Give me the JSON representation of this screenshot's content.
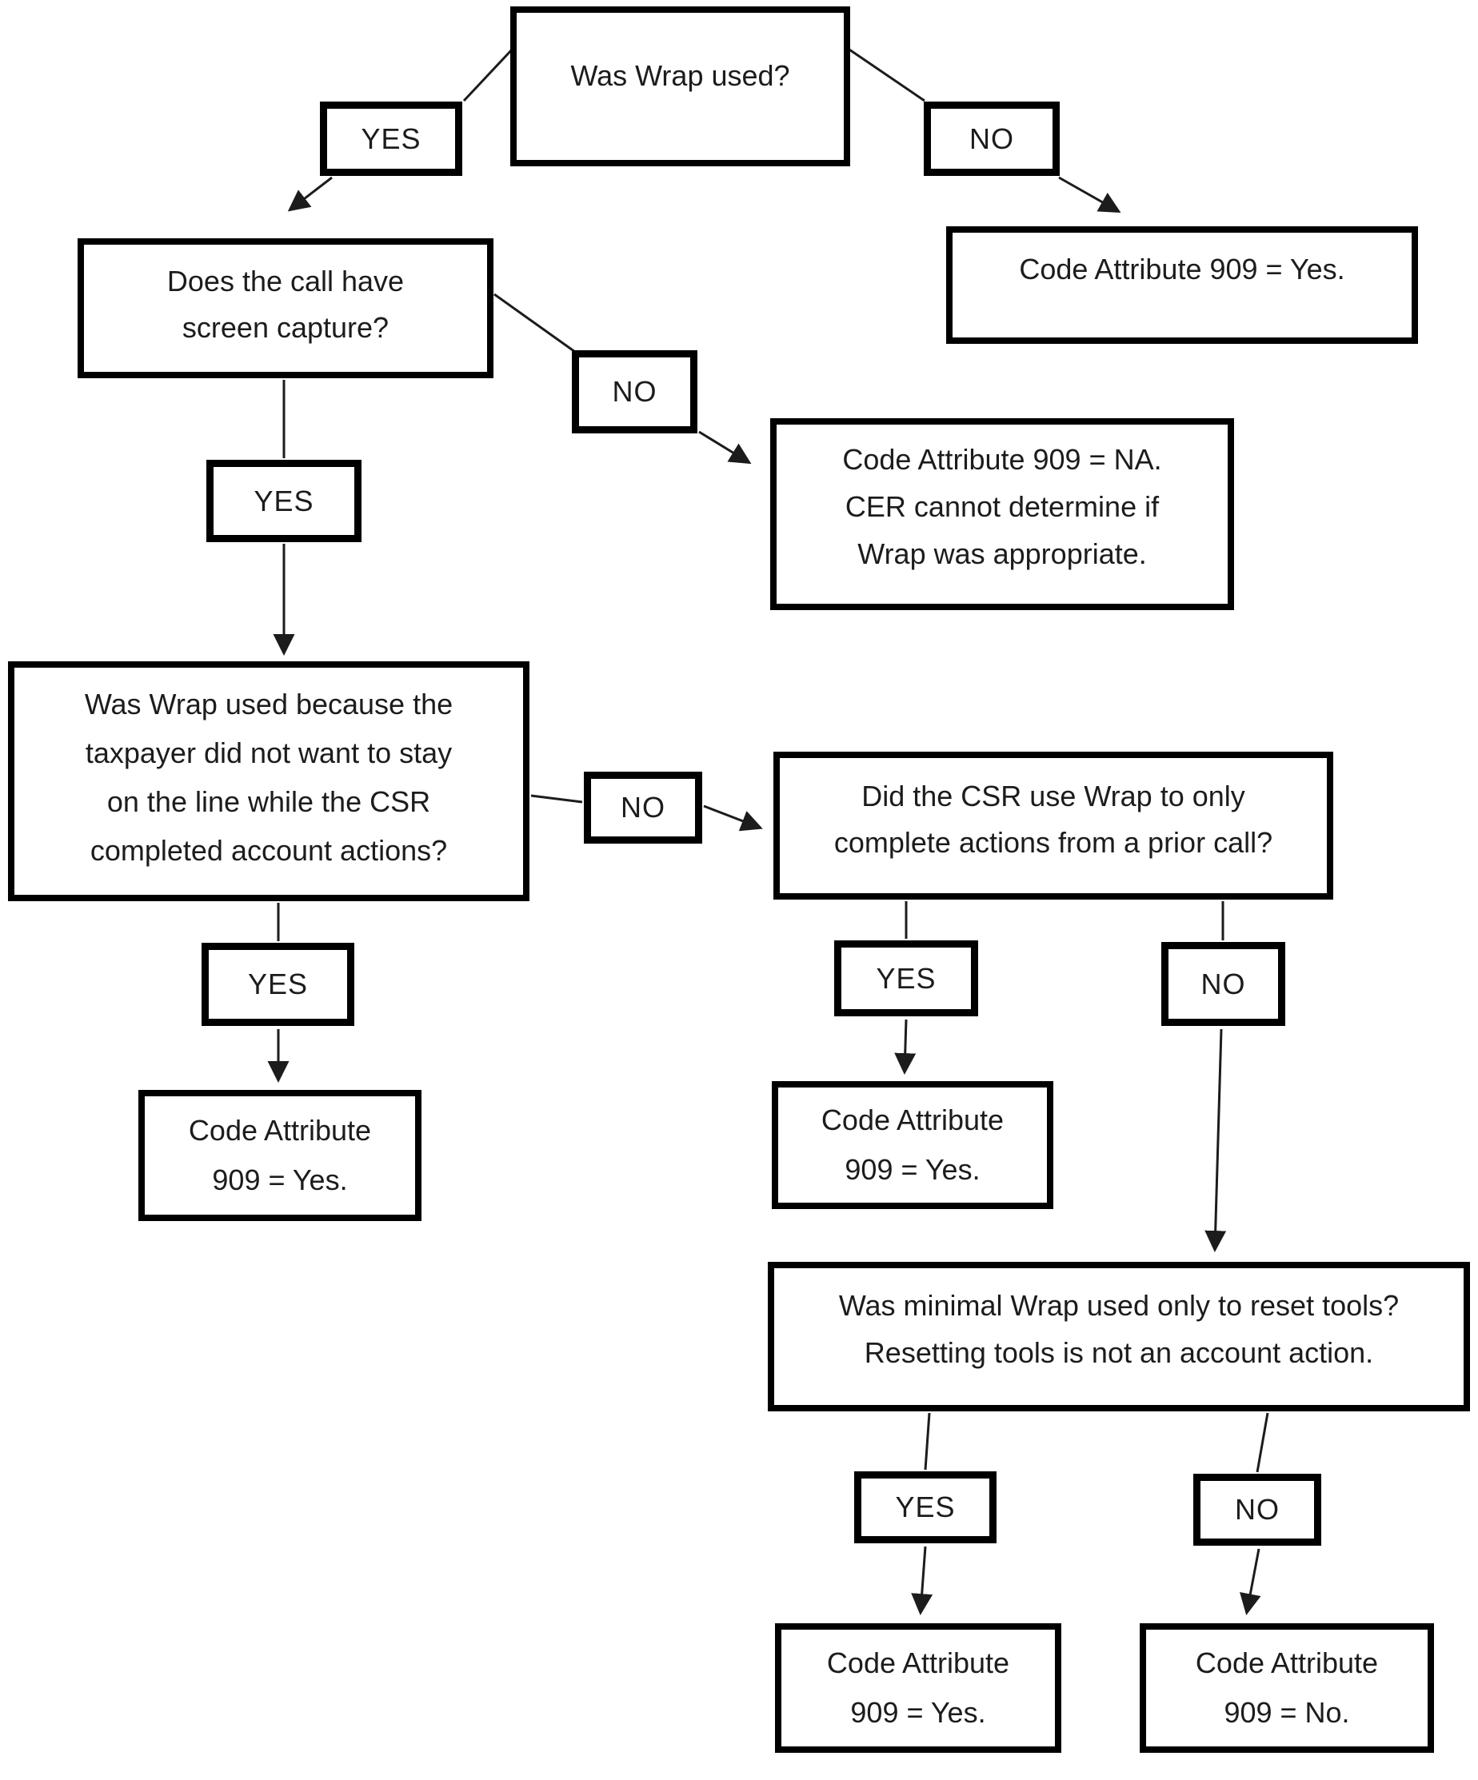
{
  "diagram": {
    "colors": {
      "background": "#ffffff",
      "border": "#000000",
      "text": "#1c1c1c"
    },
    "nodes": {
      "was_wrap_used": {
        "lines": [
          "Was Wrap used?"
        ]
      },
      "yes_from_root": {
        "label": "YES"
      },
      "no_from_root": {
        "label": "NO"
      },
      "attr909_yes_no_wrap": {
        "lines": [
          "Code Attribute 909 = Yes."
        ]
      },
      "screen_capture": {
        "lines": [
          "Does the call have",
          "screen capture?"
        ]
      },
      "yes_screen_capture": {
        "label": "YES"
      },
      "no_screen_capture": {
        "label": "NO"
      },
      "attr909_na": {
        "lines": [
          "Code Attribute 909 = NA.",
          "CER cannot determine if",
          "Wrap was appropriate."
        ]
      },
      "taxpayer_stay": {
        "lines": [
          "Was Wrap used because the",
          "taxpayer did not want to stay",
          "on the line while the CSR",
          "completed account actions?"
        ]
      },
      "yes_taxpayer_stay": {
        "label": "YES"
      },
      "no_taxpayer_stay": {
        "label": "NO"
      },
      "attr909_yes_taxpayer": {
        "lines": [
          "Code Attribute",
          "909 = Yes."
        ]
      },
      "prior_call": {
        "lines": [
          "Did the CSR use Wrap to only",
          "complete actions from a prior call?"
        ]
      },
      "yes_prior_call": {
        "label": "YES"
      },
      "no_prior_call": {
        "label": "NO"
      },
      "attr909_yes_prior": {
        "lines": [
          "Code Attribute",
          "909 = Yes."
        ]
      },
      "minimal_wrap": {
        "lines": [
          "Was minimal Wrap used only to reset tools?",
          "Resetting tools is not an account action."
        ]
      },
      "yes_minimal_wrap": {
        "label": "YES"
      },
      "no_minimal_wrap": {
        "label": "NO"
      },
      "attr909_yes_minimal": {
        "lines": [
          "Code Attribute",
          "909 = Yes."
        ]
      },
      "attr909_no_minimal": {
        "lines": [
          "Code Attribute",
          "909 = No."
        ]
      }
    }
  }
}
